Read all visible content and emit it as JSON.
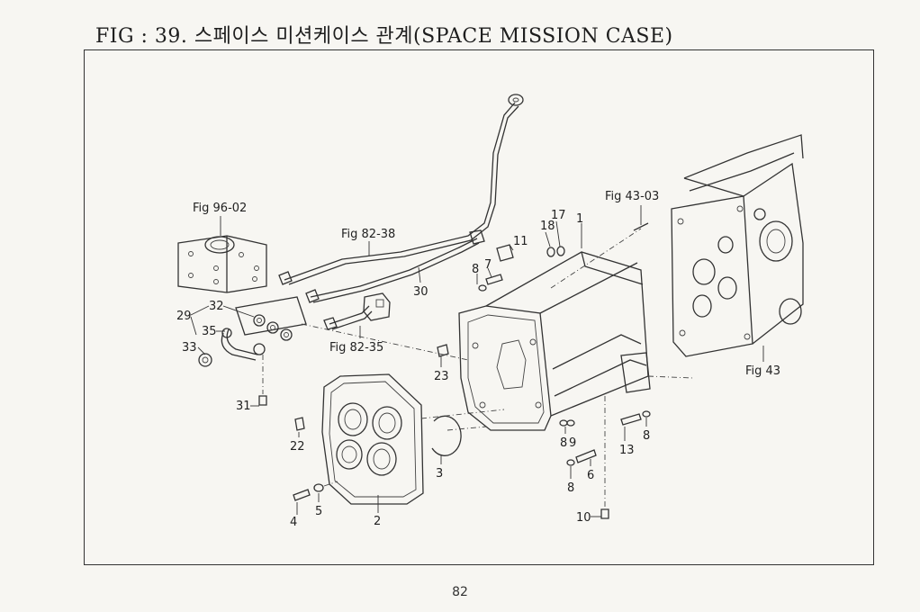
{
  "title": "FIG : 39. 스페이스 미션케이스 관계(SPACE MISSION CASE)",
  "page_number": "82",
  "refs": {
    "fig_96_02": "Fig 96-02",
    "fig_82_38": "Fig 82-38",
    "fig_82_35": "Fig 82-35",
    "fig_43_03": "Fig 43-03",
    "fig_43": "Fig 43"
  },
  "callouts": {
    "c1": "1",
    "c2": "2",
    "c3": "3",
    "c4": "4",
    "c5": "5",
    "c6": "6",
    "c7": "7",
    "c8a": "8",
    "c8b": "8",
    "c8c": "8",
    "c8d": "8",
    "c9": "9",
    "c10": "10",
    "c11": "11",
    "c13": "13",
    "c17": "17",
    "c18": "18",
    "c22": "22",
    "c23": "23",
    "c29": "29",
    "c30": "30",
    "c31": "31",
    "c32": "32",
    "c33": "33",
    "c35": "35"
  }
}
